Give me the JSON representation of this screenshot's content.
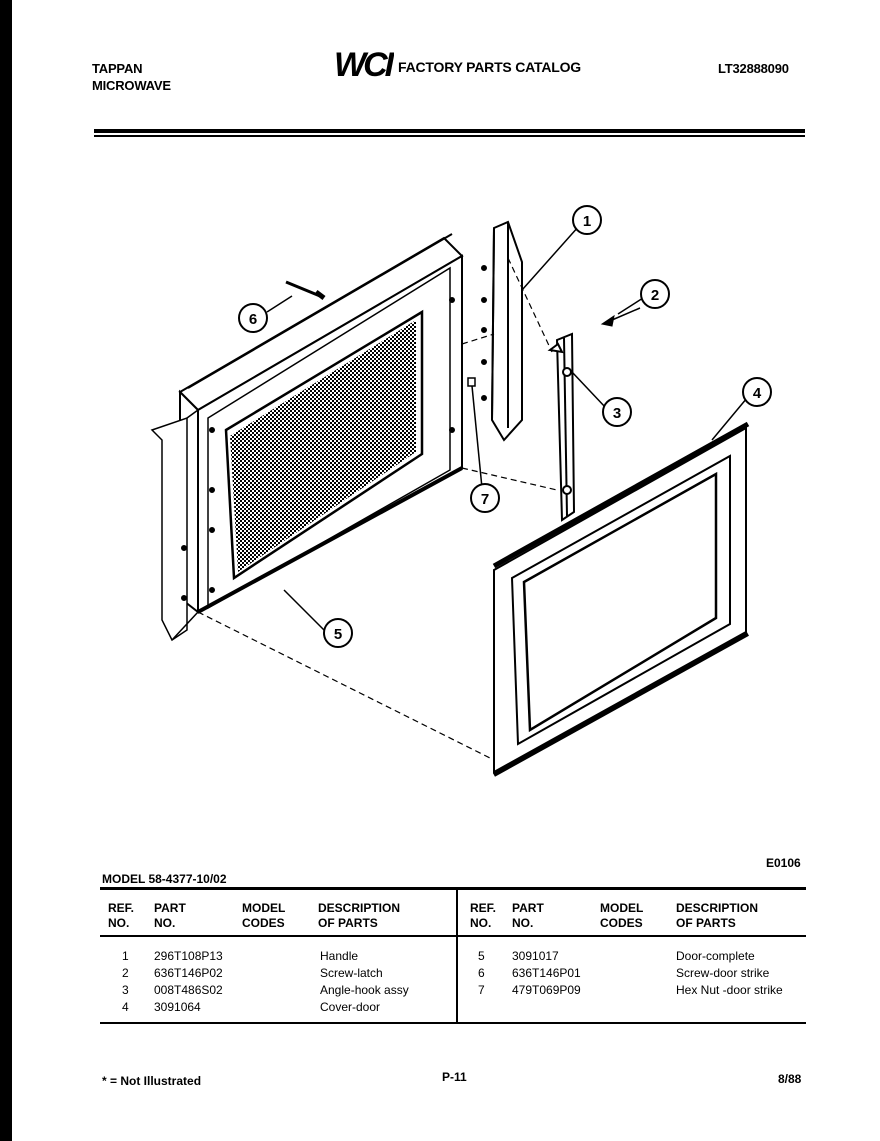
{
  "header": {
    "brand_line1": "TAPPAN",
    "brand_line2": "MICROWAVE",
    "logo_text": "WCI",
    "catalog_title": "FACTORY PARTS CATALOG",
    "catalog_code": "LT32888090"
  },
  "diagram": {
    "code": "E0106",
    "callouts": [
      "1",
      "2",
      "3",
      "4",
      "5",
      "6",
      "7"
    ]
  },
  "model_line": "MODEL 58-4377-10/02",
  "table": {
    "headers": {
      "ref": [
        "REF.",
        "NO."
      ],
      "part": [
        "PART",
        "NO."
      ],
      "model": [
        "MODEL",
        "CODES"
      ],
      "desc": [
        "DESCRIPTION",
        "OF PARTS"
      ]
    },
    "left": [
      {
        "ref": "1",
        "part": "296T108P13",
        "desc": "Handle"
      },
      {
        "ref": "2",
        "part": "636T146P02",
        "desc": "Screw-latch"
      },
      {
        "ref": "3",
        "part": "008T486S02",
        "desc": "Angle-hook assy"
      },
      {
        "ref": "4",
        "part": "3091064",
        "desc": "Cover-door"
      }
    ],
    "right": [
      {
        "ref": "5",
        "part": "3091017",
        "desc": "Door-complete"
      },
      {
        "ref": "6",
        "part": "636T146P01",
        "desc": "Screw-door strike"
      },
      {
        "ref": "7",
        "part": "479T069P09",
        "desc": "Hex Nut -door strike"
      }
    ]
  },
  "footer": {
    "note": "* = Not Illustrated",
    "page": "P-11",
    "date": "8/88"
  }
}
